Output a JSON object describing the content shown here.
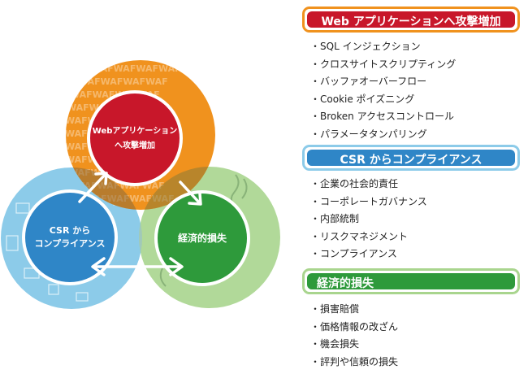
{
  "diagram": {
    "web_circle": {
      "line1": "Webアプリケーション",
      "line2": "へ攻撃増加",
      "watermark": "WAFWAFWAFWAF"
    },
    "csr_circle": {
      "line1": "CSR から",
      "line2": "コンプライアンス"
    },
    "eco_circle": {
      "label": "経済的損失"
    }
  },
  "sections": [
    {
      "title": "Web アプリケーションへ攻撃増加",
      "items": [
        "SQL インジェクション",
        "クロスサイトスクリプティング",
        "バッファオーバーフロー",
        "Cookie ポイズニング",
        "Broken アクセスコントロール",
        "パラメータタンパリング"
      ]
    },
    {
      "title": "CSR からコンプライアンス",
      "items": [
        "企業の社会的責任",
        "コーポレートガバナンス",
        "内部統制",
        "リスクマネジメント",
        "コンプライアンス"
      ]
    },
    {
      "title": "経済的損失",
      "items": [
        "損害賠償",
        "価格情報の改ざん",
        "機会損失",
        "評判や信頼の損失"
      ]
    }
  ],
  "colors": {
    "web_red": "#c8172a",
    "web_orange": "#f0921e",
    "csr_blue": "#2f86c7",
    "csr_light": "#8ccbe9",
    "eco_green": "#2e9a3b",
    "eco_light": "#a9d58e"
  }
}
